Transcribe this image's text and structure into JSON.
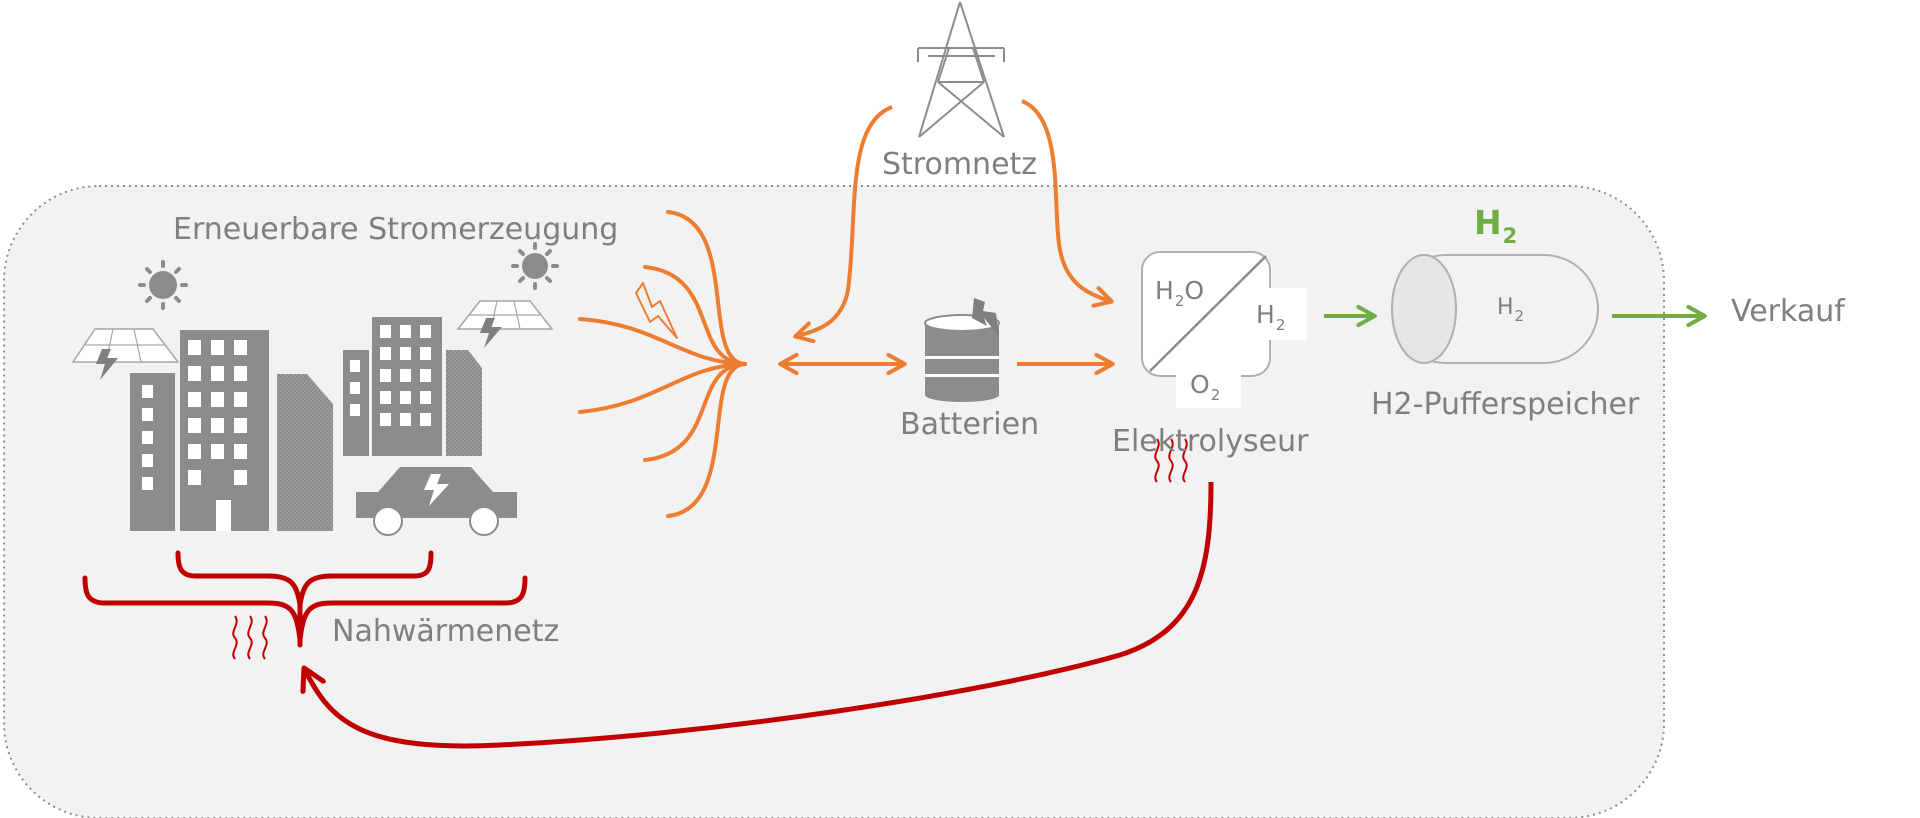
{
  "labels": {
    "renewables": "Erneuerbare Stromerzeugung",
    "grid": "Stromnetz",
    "batteries": "Batterien",
    "electrolyzer": "Elektrolyseur",
    "buffer_storage": "H2-Pufferspeicher",
    "sale": "Verkauf",
    "district_heating": "Nahwärmenetz"
  },
  "chemistry": {
    "water_base": "H",
    "water_sub": "2",
    "water_tail": "O",
    "h2_base": "H",
    "h2_sub": "2",
    "o2_base": "O",
    "o2_sub": "2",
    "tank_h2_base": "H",
    "tank_h2_sub": "2",
    "header_h2_base": "H",
    "header_h2_sub": "2"
  },
  "colors": {
    "electricity": "#ed7d31",
    "heat": "#c00000",
    "hydrogen": "#70ad47",
    "icon_gray": "#8c8c8c",
    "system_boundary_fill": "#f2f2f2",
    "text": "#7f7f7f"
  }
}
